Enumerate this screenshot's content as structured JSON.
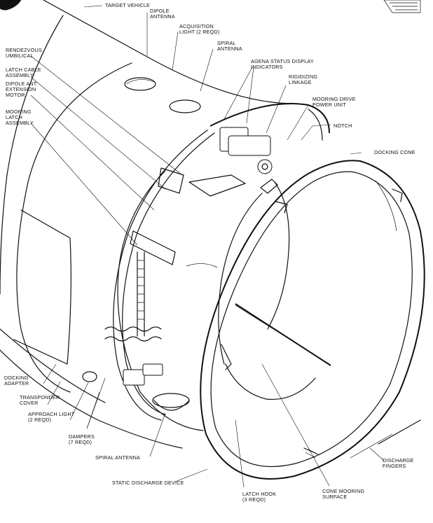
{
  "labels": {
    "target_vehicle": "TARGET VEHICLE",
    "dipole_antenna": [
      "DIPOLE",
      "ANTENNA"
    ],
    "acquisition_light": [
      "ACQUISITION",
      "LIGHT (2 REQD)"
    ],
    "spiral_antenna_top": [
      "SPIRAL",
      "ANTENNA"
    ],
    "rendezvous_umbilical": [
      "RENDEZVOUS",
      "UMBILICAL"
    ],
    "agena_status": [
      "AGENA STATUS DISPLAY",
      "INDICATORS"
    ],
    "rigidizing_linkage": [
      "RIGIDIZING",
      "LINKAGE"
    ],
    "latch_cable": [
      "LATCH CABLE",
      "ASSEMBLY"
    ],
    "dipole_ext_motor": [
      "DIPOLE ANT.",
      "EXTENSION",
      "MOTOR"
    ],
    "mooring_drive": [
      "MOORING DRIVE",
      "POWER UNIT"
    ],
    "mooring_latch": [
      "MOORING",
      "LATCH",
      "ASSEMBLY"
    ],
    "notch": "NOTCH",
    "docking_cone": "DOCKING CONE",
    "docking_adapter": [
      "DOCKING",
      "ADAPTER"
    ],
    "transponder_cover": [
      "TRANSPONDER",
      "COVER"
    ],
    "approach_light": [
      "APPROACH LIGHT",
      "(2 REQD)"
    ],
    "dampers": [
      "DAMPERS",
      "(7 REQD)"
    ],
    "spiral_antenna_bottom": "SPIRAL ANTENNA",
    "discharge_fingers": [
      "DISCHARGE",
      "FINGERS"
    ],
    "static_discharge": "STATIC DISCHARGE DEVICE",
    "latch_hook": [
      "LATCH HOOK",
      "(3 REQD)"
    ],
    "cone_mooring_surface": [
      "CONE MOORING",
      "SURFACE"
    ]
  }
}
